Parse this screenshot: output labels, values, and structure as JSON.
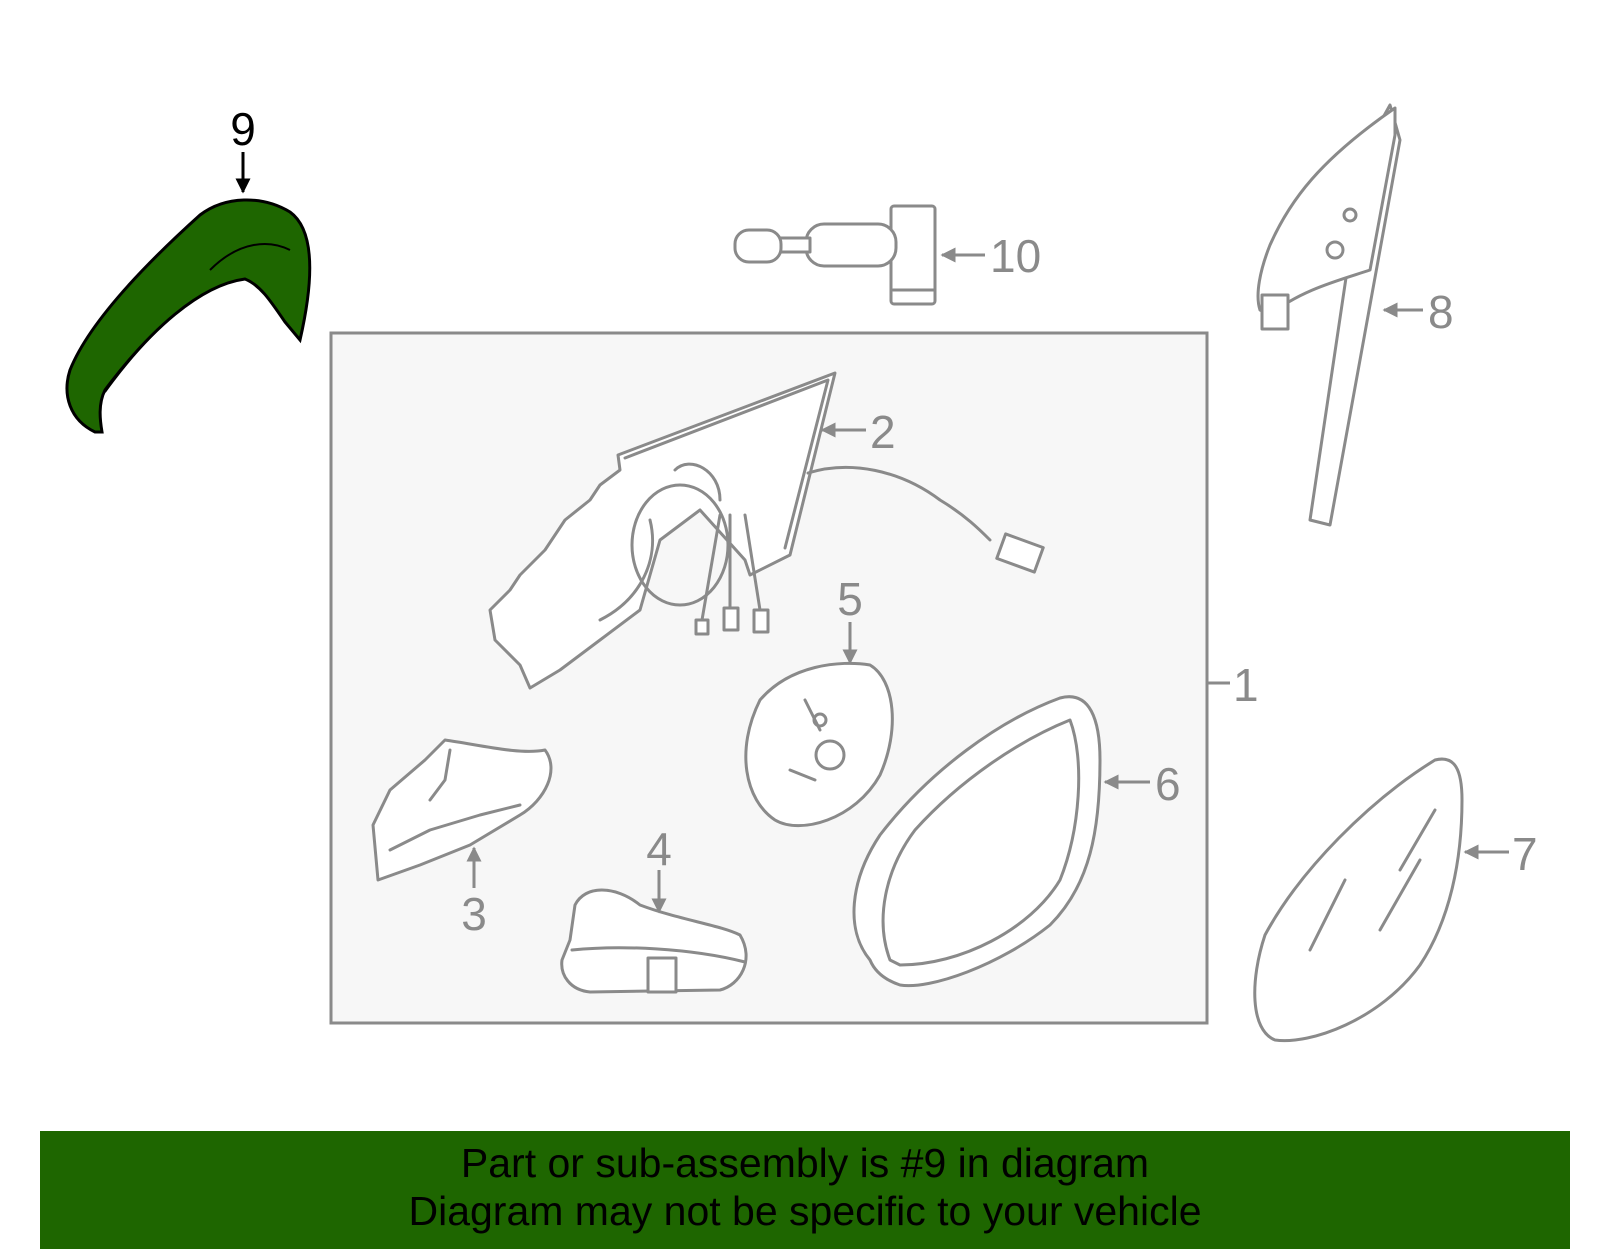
{
  "colors": {
    "highlight": "#1e6600",
    "banner": "#1e6600",
    "part_stroke": "#8a8a8a",
    "assembly_box_fill": "#f7f7f7"
  },
  "callouts": {
    "c1": "1",
    "c2": "2",
    "c3": "3",
    "c4": "4",
    "c5": "5",
    "c6": "6",
    "c7": "7",
    "c8": "8",
    "c9": "9",
    "c10": "10"
  },
  "banner": {
    "line1": "Part or sub-assembly is #9 in diagram",
    "line2": "Diagram may not be specific to your vehicle"
  }
}
